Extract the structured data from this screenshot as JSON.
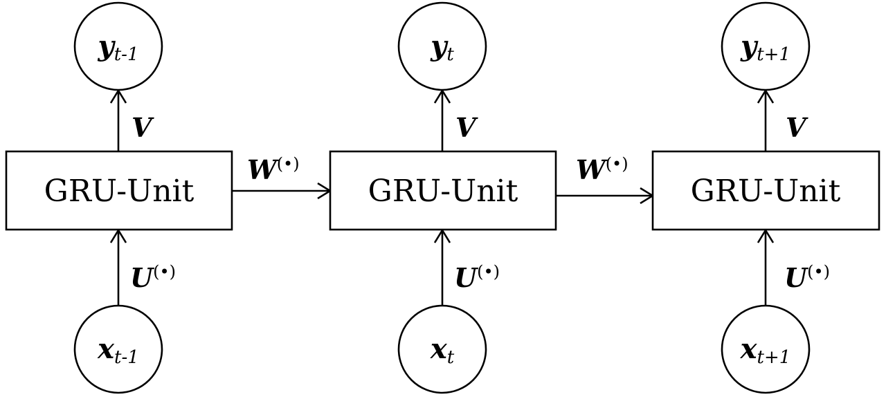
{
  "diagram": {
    "units": [
      {
        "label": "GRU-Unit",
        "output": {
          "main": "y",
          "sub": "t-1"
        },
        "input": {
          "main": "x",
          "sub": "t-1"
        }
      },
      {
        "label": "GRU-Unit",
        "output": {
          "main": "y",
          "sub": "t"
        },
        "input": {
          "main": "x",
          "sub": "t"
        }
      },
      {
        "label": "GRU-Unit",
        "output": {
          "main": "y",
          "sub": "t+1"
        },
        "input": {
          "main": "x",
          "sub": "t+1"
        }
      }
    ],
    "output_weight": "V",
    "input_weight": {
      "main": "U",
      "sup": "(•)"
    },
    "recurrent_weight": {
      "main": "W",
      "sup": "(•)"
    }
  },
  "colors": {
    "stroke": "#000000",
    "background": "#ffffff"
  }
}
